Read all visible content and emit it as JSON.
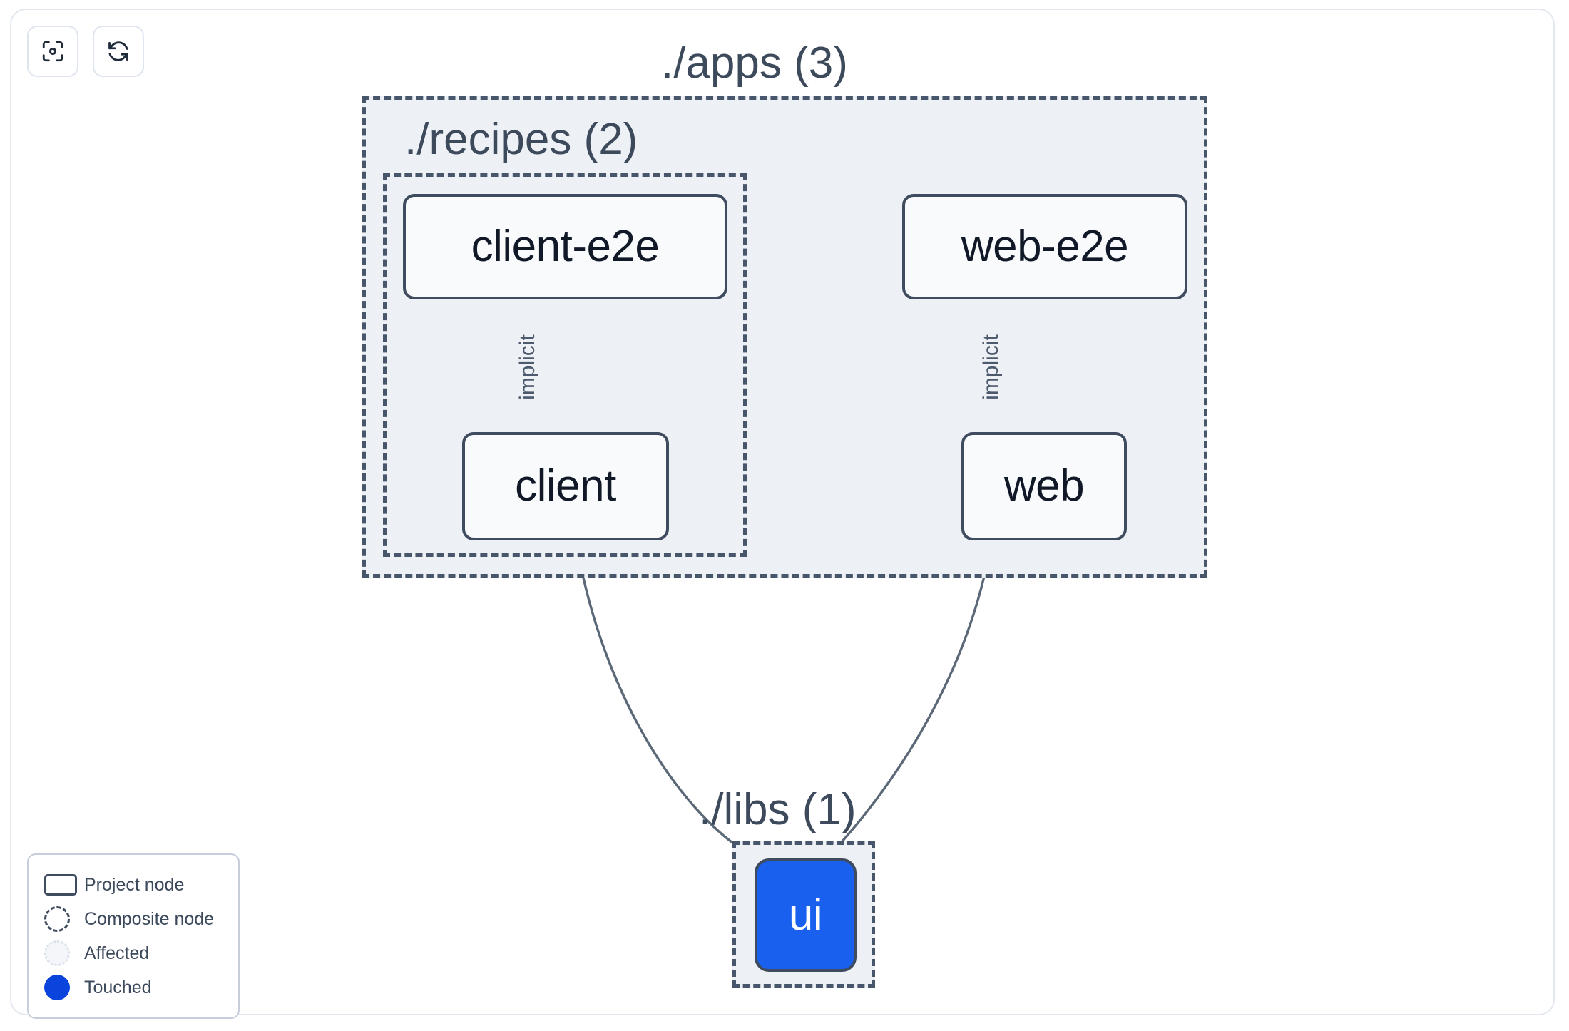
{
  "toolbar": {
    "buttons": [
      {
        "name": "focus-graph-button",
        "icon": "focus-target-icon",
        "label": ""
      },
      {
        "name": "refresh-graph-button",
        "icon": "refresh-sync-icon",
        "label": ""
      }
    ]
  },
  "graph": {
    "groups": [
      {
        "id": "apps",
        "label": "./apps (3)",
        "count": 3
      },
      {
        "id": "recipes",
        "label": "./recipes (2)",
        "count": 2
      },
      {
        "id": "libs",
        "label": "./libs (1)",
        "count": 1
      }
    ],
    "nodes": [
      {
        "id": "client-e2e",
        "label": "client-e2e",
        "state": "project",
        "group": "recipes"
      },
      {
        "id": "client",
        "label": "client",
        "state": "project",
        "group": "recipes"
      },
      {
        "id": "web-e2e",
        "label": "web-e2e",
        "state": "project",
        "group": "apps"
      },
      {
        "id": "web",
        "label": "web",
        "state": "project",
        "group": "apps"
      },
      {
        "id": "ui",
        "label": "ui",
        "state": "touched",
        "group": "libs"
      }
    ],
    "edges": [
      {
        "from": "client-e2e",
        "to": "client",
        "label": "implicit"
      },
      {
        "from": "web-e2e",
        "to": "web",
        "label": "implicit"
      },
      {
        "from": "client",
        "to": "ui",
        "label": ""
      },
      {
        "from": "web",
        "to": "ui",
        "label": ""
      }
    ]
  },
  "legend": {
    "items": [
      {
        "swatch": "project-node-swatch",
        "label": "Project node"
      },
      {
        "swatch": "composite-node-swatch",
        "label": "Composite node"
      },
      {
        "swatch": "affected-swatch",
        "label": "Affected"
      },
      {
        "swatch": "touched-swatch",
        "label": "Touched"
      }
    ]
  },
  "colors": {
    "touched": "#1a60ee",
    "node_border": "#3f4c5f",
    "node_fill": "#f8fafc",
    "group_fill": "#edf1f6",
    "group_border": "#48566c",
    "edge": "#5b6877",
    "canvas_border": "#e3e8ef"
  }
}
